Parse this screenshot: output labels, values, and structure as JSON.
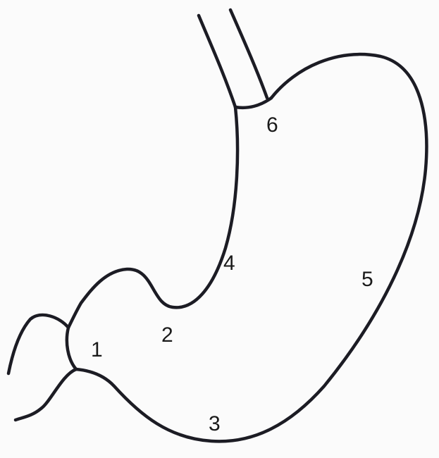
{
  "labels": {
    "pylorus": "1",
    "angular_notch": "2",
    "greater_curvature_lower": "3",
    "lesser_curvature": "4",
    "greater_curvature": "5",
    "cardia": "6"
  }
}
